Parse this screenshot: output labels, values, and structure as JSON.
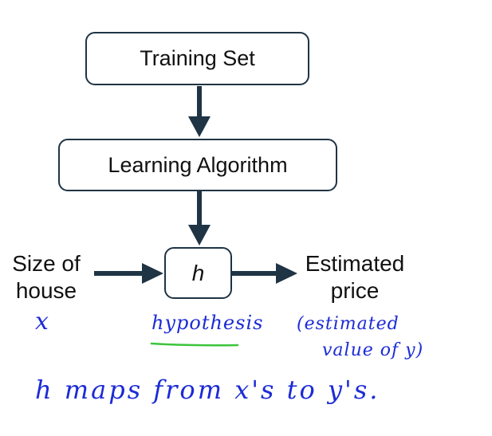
{
  "boxes": {
    "training_set": "Training Set",
    "learning_algorithm": "Learning Algorithm",
    "hypothesis": "h"
  },
  "labels": {
    "input_line1": "Size of",
    "input_line2": "house",
    "output_line1": "Estimated",
    "output_line2": "price"
  },
  "handwriting": {
    "input_var": "x",
    "hypothesis_note": "hypothesis",
    "output_note_line1": "(estimated",
    "output_note_line2": "value of y)",
    "mapping_note": "h maps from x's to y's."
  },
  "colors": {
    "box_border": "#1f3445",
    "arrow": "#1f3445",
    "ink": "#1c2bd6",
    "underline": "#3cc43c"
  }
}
